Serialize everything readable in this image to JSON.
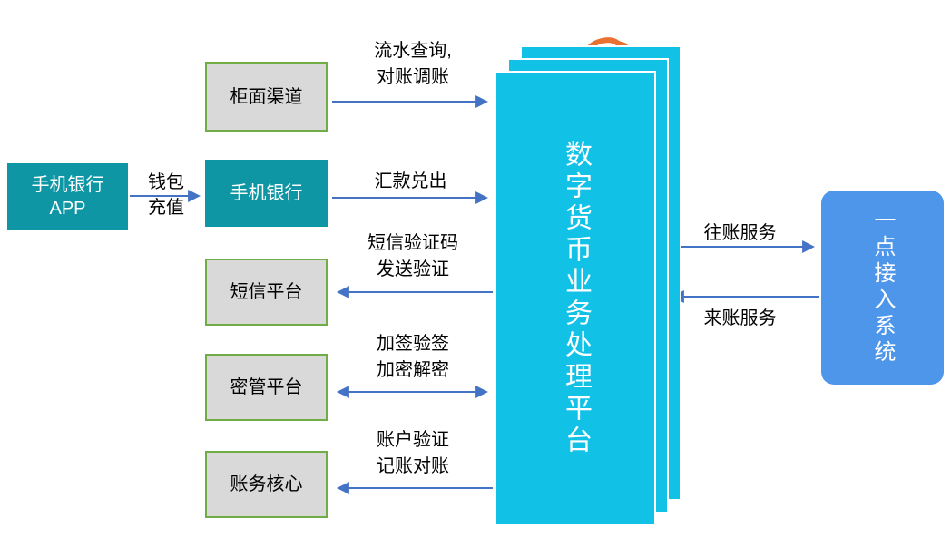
{
  "colors": {
    "teal_box": "#0e96a4",
    "gray_box_fill": "#d9d9d9",
    "gray_box_border": "#70ad47",
    "platform_cyan": "#12c1e6",
    "access_blue": "#4e96ea",
    "arrow_blue": "#4472c4",
    "loop_orange": "#e97132"
  },
  "nodes": {
    "mobile_app": {
      "line1": "手机银行",
      "line2": "APP"
    },
    "counter": {
      "label": "柜面渠道"
    },
    "mobile_bank": {
      "label": "手机银行"
    },
    "sms": {
      "label": "短信平台"
    },
    "key_mgmt": {
      "label": "密管平台"
    },
    "accounting": {
      "label": "账务核心"
    },
    "platform": {
      "label": "数字货币业务处理平台"
    },
    "access": {
      "label": "一点接入系统"
    }
  },
  "edges": {
    "wallet_topup": {
      "line1": "钱包",
      "line2": "充值"
    },
    "flow_query": {
      "line1": "流水查询,",
      "line2": "对账调账"
    },
    "remittance": {
      "label": "汇款兑出"
    },
    "sms_code": {
      "line1": "短信验证码",
      "line2": "发送验证"
    },
    "sign_encrypt": {
      "line1": "加签验签",
      "line2": "加密解密"
    },
    "account_check": {
      "line1": "账户验证",
      "line2": "记账对账"
    },
    "outgoing": {
      "label": "往账服务"
    },
    "incoming": {
      "label": "来账服务"
    }
  }
}
